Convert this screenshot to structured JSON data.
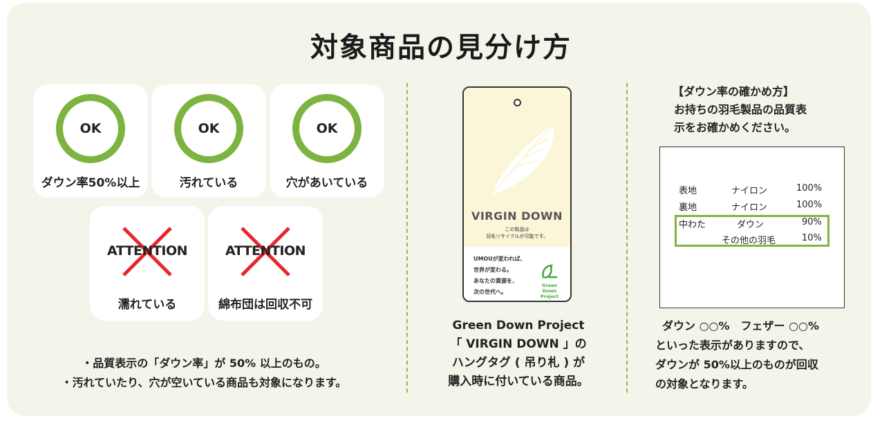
{
  "title": "対象商品の見分け方",
  "ok_cards": [
    {
      "badge": "OK",
      "label": "ダウン率50%以上"
    },
    {
      "badge": "OK",
      "label": "汚れている"
    },
    {
      "badge": "OK",
      "label": "穴があいている"
    }
  ],
  "attention_cards": [
    {
      "badge": "ATTENTION",
      "label": "濡れている"
    },
    {
      "badge": "ATTENTION",
      "label": "綿布団は回収不可"
    }
  ],
  "notes": [
    "・品質表示の「ダウン率」が 50% 以上のもの。",
    "・汚れていたり、穴が空いている商品も対象になります。"
  ],
  "tag": {
    "brand": "VIRGIN DOWN",
    "sub_line1": "この製品は",
    "sub_line2": "羽毛リサイクルが可能です。",
    "message": [
      "UMOUが変われば、",
      "世界が変わる。",
      "あなたの資源を、",
      "次の世代へ。"
    ],
    "logo_line1": "Green Down",
    "logo_line2": "Project"
  },
  "middle_caption": [
    "Green Down Project",
    "「 VIRGIN DOWN 」の",
    "ハングタグ ( 吊り札 ) が",
    "購入時に付いている商品。"
  ],
  "right_heading": [
    "【ダウン率の確かめ方】",
    "お持ちの羽毛製品の品質表",
    "示をお確かめください。"
  ],
  "quality_label": {
    "rows": [
      {
        "part": "表地",
        "material": "ナイロン",
        "pct": "100%"
      },
      {
        "part": "裏地",
        "material": "ナイロン",
        "pct": "100%"
      },
      {
        "part": "中わた",
        "material": "ダウン",
        "pct": "90%"
      },
      {
        "part": "",
        "material": "その他の羽毛",
        "pct": "10%"
      }
    ]
  },
  "right_caption": [
    "ダウン ○○%　フェザー ○○%",
    "といった表示がありますので、",
    "ダウンが 50%以上のものが回収",
    "の対象となります。"
  ],
  "colors": {
    "accent_green": "#7db340",
    "cross_red": "#e8262c",
    "background": "#f5f4eb"
  }
}
